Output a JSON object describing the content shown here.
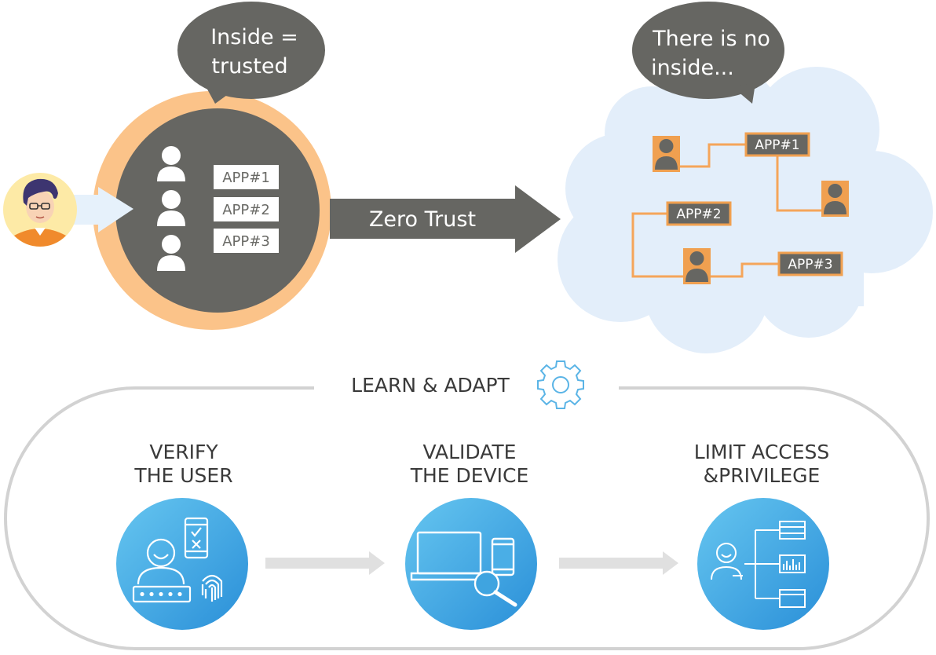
{
  "left_bubble": {
    "line1": "Inside =",
    "line2": "trusted"
  },
  "right_bubble": {
    "line1": "There is no",
    "line2": "inside..."
  },
  "inside_apps": [
    "APP#1",
    "APP#2",
    "APP#3"
  ],
  "arrow_label": "Zero Trust",
  "cloud_apps": [
    "APP#1",
    "APP#2",
    "APP#3"
  ],
  "cycle_label": "LEARN & ADAPT",
  "steps": [
    {
      "line1": "VERIFY",
      "line2": "THE USER"
    },
    {
      "line1": "VALIDATE",
      "line2": "THE DEVICE"
    },
    {
      "line1": "LIMIT ACCESS",
      "line2": "&PRIVILEGE"
    }
  ],
  "icons": {
    "cycle": "gear-icon",
    "step1": "user-verify-icon",
    "step2": "device-search-icon",
    "step3": "access-tree-icon"
  },
  "colors": {
    "dark_gray": "#666662",
    "orange": "#f0a050",
    "orange_light": "#fbc389",
    "cloud": "#e3eefa",
    "blue_gradient_start": "#5fc0ee",
    "blue_gradient_end": "#2f96dc",
    "gear": "#5ab4e6"
  }
}
